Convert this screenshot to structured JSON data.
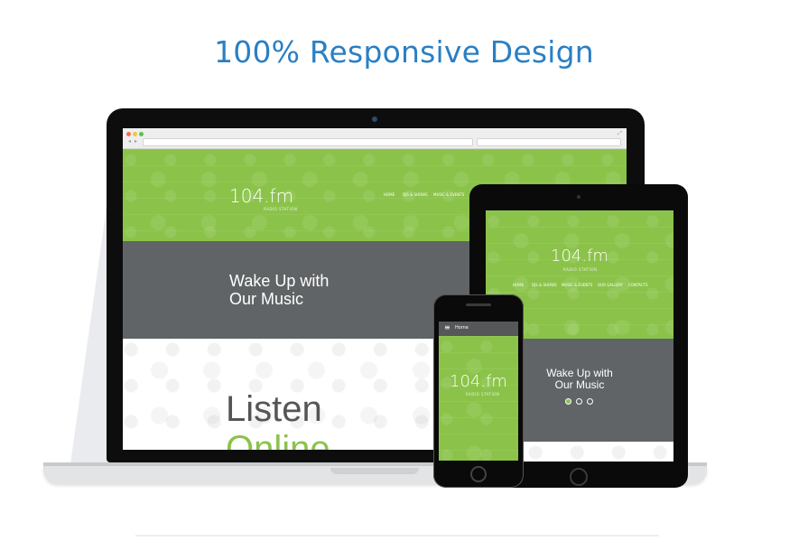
{
  "headline": "100% Responsive Design",
  "site": {
    "logo": "104.fm",
    "logo_sub": "RADIO STATION",
    "nav": [
      "HOME",
      "DJS & SHOWS",
      "MUSIC & EVENTS",
      "OUR GALLERY",
      "CONTACTS"
    ],
    "hero_line1": "Wake Up with",
    "hero_line2": "Our Music",
    "listen": "Listen",
    "online": "Online",
    "mobile_menu": "Home"
  },
  "colors": {
    "accent": "#8bc34a",
    "gray": "#616466",
    "headline": "#2a7fc4"
  }
}
